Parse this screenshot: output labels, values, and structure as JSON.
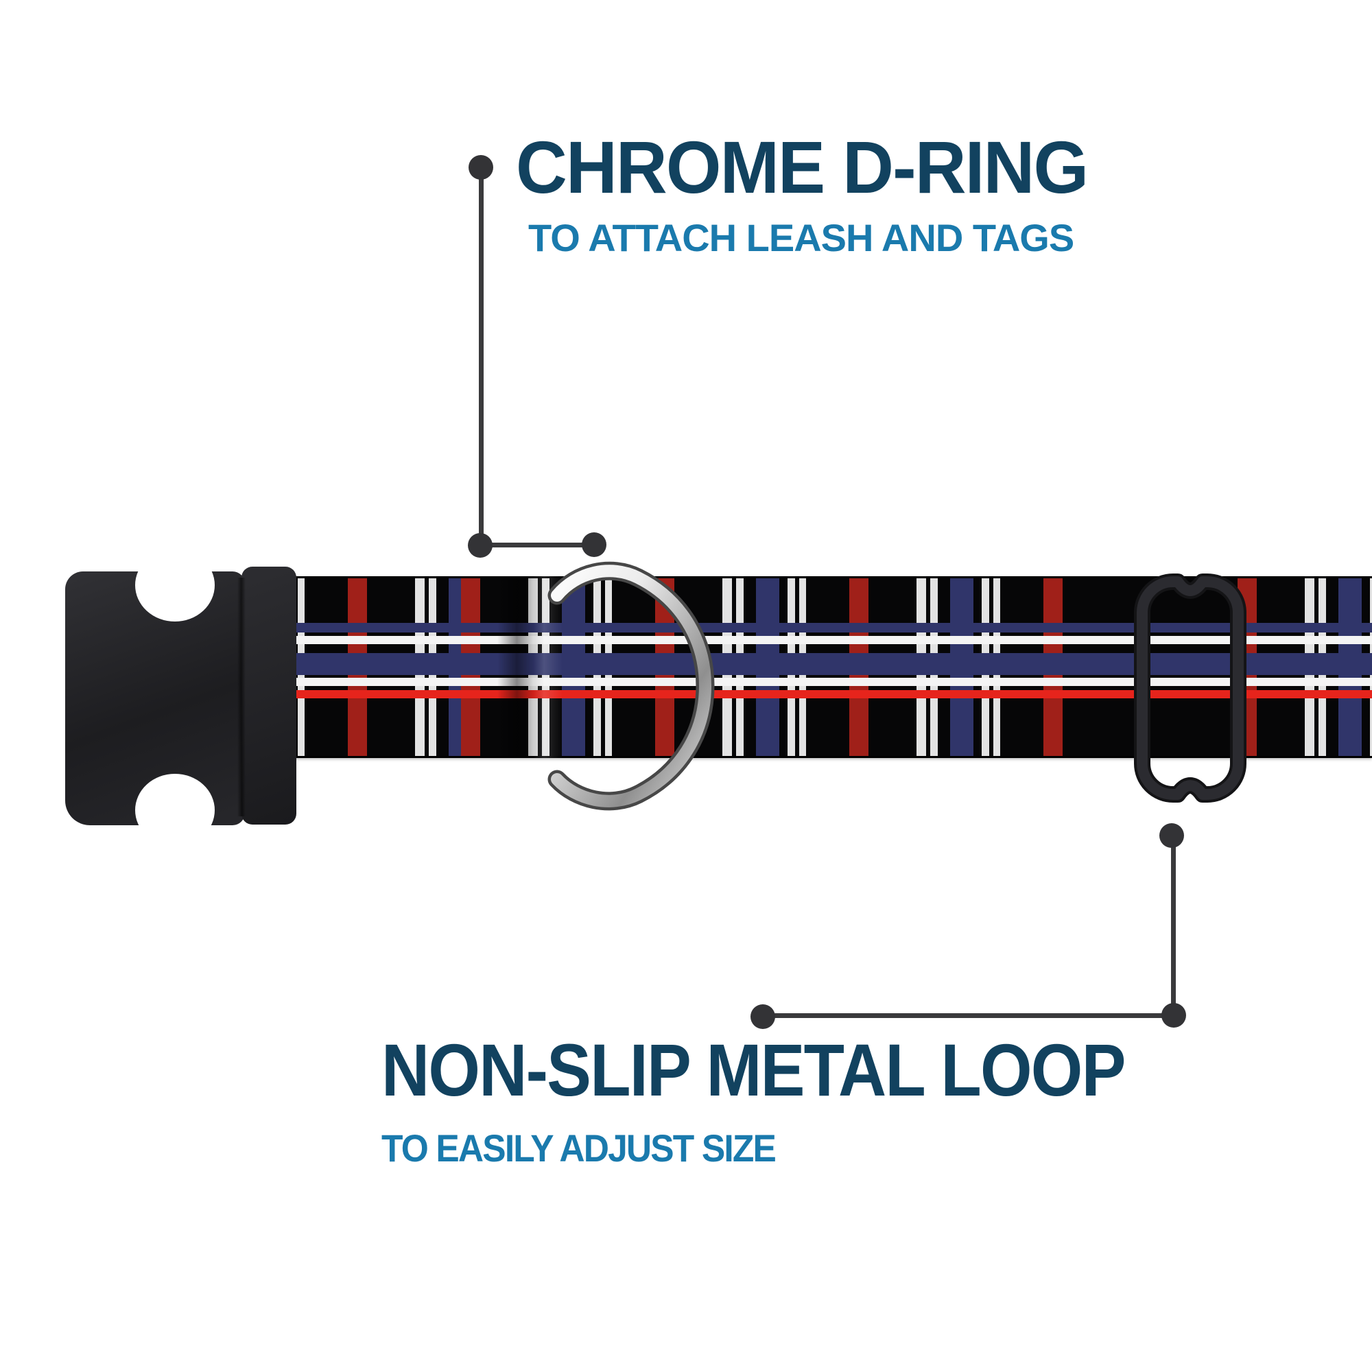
{
  "annotations": {
    "dring": {
      "title": "CHROME D-RING",
      "subtitle": "TO ATTACH LEASH AND TAGS"
    },
    "loop": {
      "title": "NON-SLIP METAL LOOP",
      "subtitle": "TO EASILY ADJUST SIZE"
    }
  },
  "colors": {
    "background": "#ffffff",
    "title_navy": "#12425f",
    "subtitle_blue": "#1a7aad",
    "callout_gray": "#3a3a3c",
    "plaid_black": "#060607",
    "plaid_navy": "#30356a",
    "plaid_red_horizontal": "#e6241c",
    "plaid_red_vertical": "#a02019",
    "plaid_white": "#f4f4f4",
    "chrome_silver": "#d6d6d6",
    "hardware_black": "#232327"
  },
  "parts": [
    {
      "name": "side-release-buckle"
    },
    {
      "name": "plaid-collar-webbing"
    },
    {
      "name": "chrome-d-ring"
    },
    {
      "name": "non-slip-metal-loop"
    }
  ]
}
